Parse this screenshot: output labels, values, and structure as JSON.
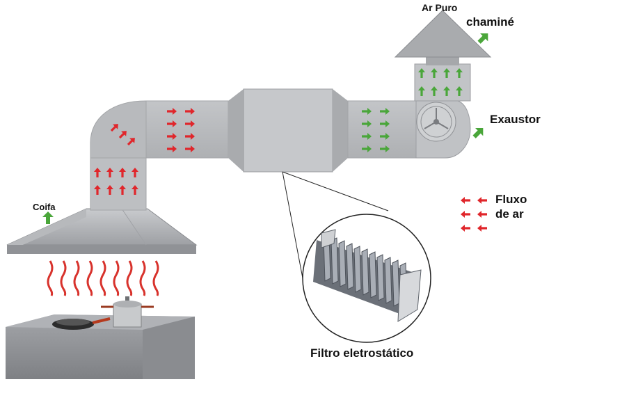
{
  "labels": {
    "ar_puro": "Ar Puro",
    "chamine": "chaminé",
    "exaustor": "Exaustor",
    "coifa": "Coifa",
    "fluxo_line1": "Fluxo",
    "fluxo_line2": "de ar",
    "filtro": "Filtro eletrostático"
  },
  "colors": {
    "duct": "#b9bbbe",
    "duct_dark": "#9c9ea2",
    "flow_dirty": "#e0262b",
    "flow_clean": "#4aa63a",
    "heat": "#d8322c",
    "counter": "#8f9195"
  },
  "icons": {
    "green_indicator": "green-arrow-icon",
    "red_flow": "red-arrow-icon",
    "green_flow": "green-arrow-icon",
    "fan": "fan-icon"
  }
}
